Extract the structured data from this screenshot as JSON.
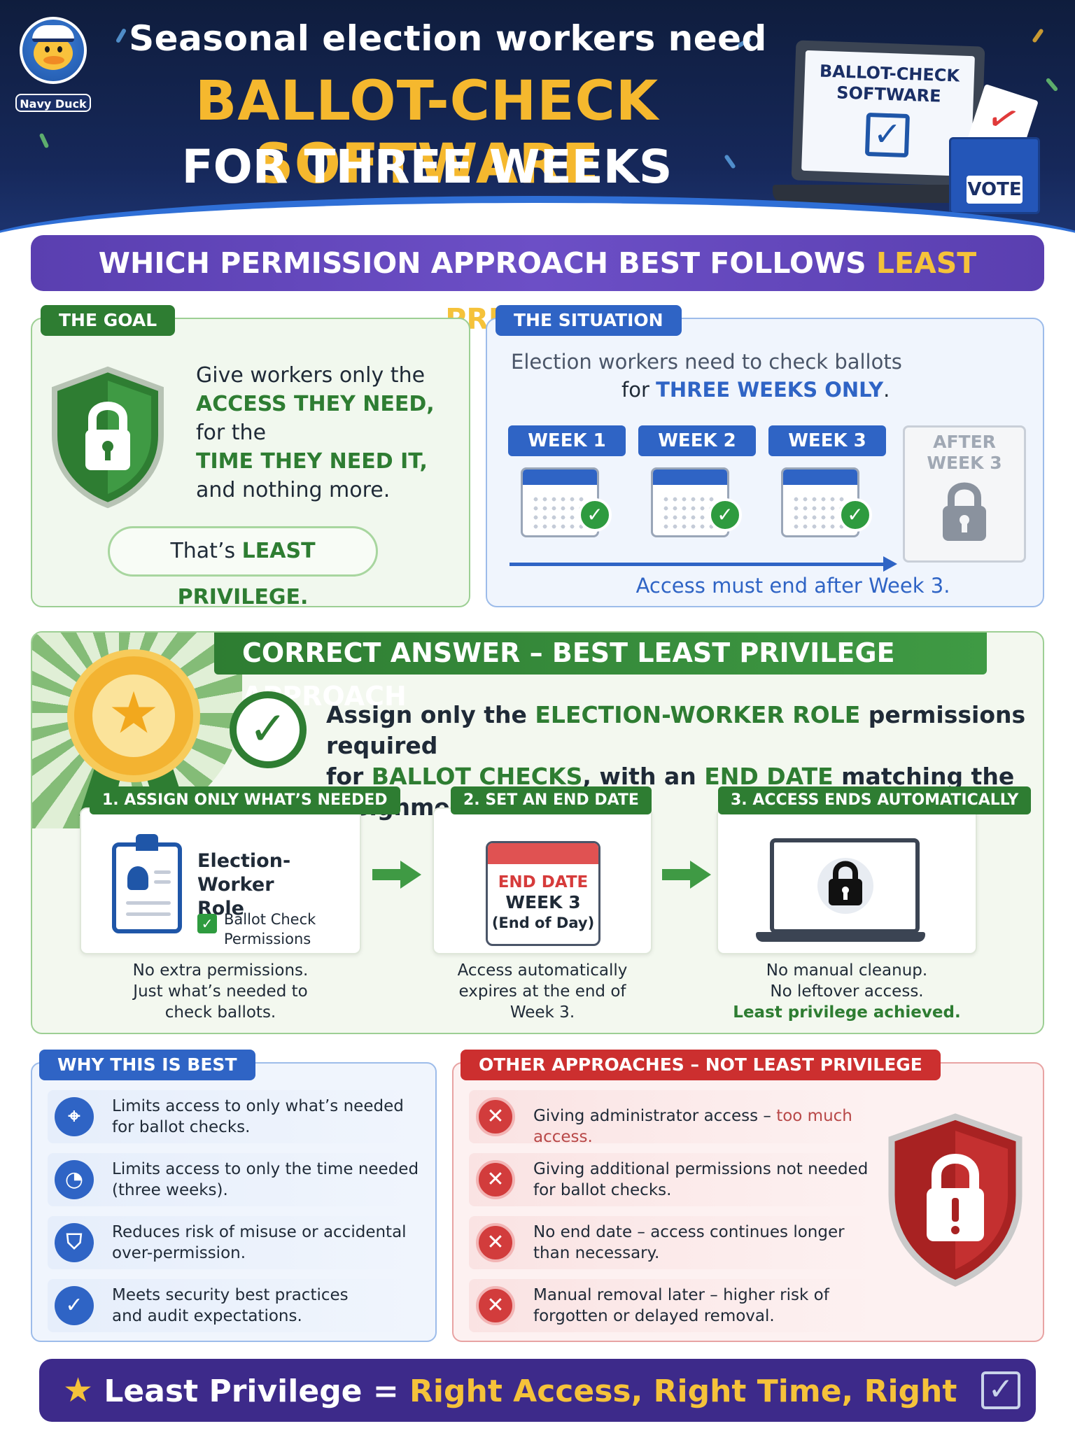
{
  "header": {
    "logo_label": "Navy Duck",
    "line1": "Seasonal election workers need",
    "line2": "BALLOT-CHECK SOFTWARE",
    "line3": "FOR THREE WEEKS ONLY.",
    "laptop_title_1": "BALLOT-CHECK",
    "laptop_title_2": "SOFTWARE",
    "ballot_box_label": "VOTE"
  },
  "question": {
    "prefix": "WHICH PERMISSION APPROACH BEST FOLLOWS ",
    "highlight": "LEAST PRIVILEGE?"
  },
  "goal": {
    "tab": "THE GOAL",
    "t1": "Give workers only the",
    "t2": "ACCESS THEY NEED,",
    "t3": "for the",
    "t4": "TIME THEY NEED IT,",
    "t5": "and nothing more.",
    "pill_prefix": "That’s ",
    "pill_highlight": "LEAST PRIVILEGE."
  },
  "situation": {
    "tab": "THE SITUATION",
    "line1": "Election workers need to check ballots",
    "line2_prefix": "for ",
    "line2_highlight": "THREE WEEKS ONLY",
    "line2_suffix": ".",
    "weeks": [
      {
        "label": "WEEK 1"
      },
      {
        "label": "WEEK 2"
      },
      {
        "label": "WEEK 3"
      }
    ],
    "after_1": "AFTER",
    "after_2": "WEEK 3",
    "note": "Access must end after Week 3."
  },
  "correct": {
    "banner": "CORRECT ANSWER – BEST LEAST PRIVILEGE APPROACH",
    "a1": "Assign only the ",
    "a2": "ELECTION-WORKER ROLE",
    "a3": " permissions required",
    "a4": "for ",
    "a5": "BALLOT CHECKS",
    "a6": ", with an ",
    "a7": "END DATE",
    "a8": " matching the assignment.",
    "steps": [
      {
        "tab": "1. ASSIGN ONLY WHAT’S NEEDED",
        "role_1": "Election-Worker",
        "role_2": "Role",
        "perm_1": "Ballot Check",
        "perm_2": "Permissions",
        "note_1": "No extra permissions.",
        "note_2": "Just what’s needed to",
        "note_3": "check ballots."
      },
      {
        "tab": "2. SET AN END DATE",
        "cal_1": "END DATE",
        "cal_2": "WEEK 3",
        "cal_3": "(End of Day)",
        "note_1": "Access automatically",
        "note_2": "expires at the end of",
        "note_3": "Week 3."
      },
      {
        "tab": "3. ACCESS ENDS AUTOMATICALLY",
        "note_1": "No manual cleanup.",
        "note_2": "No leftover access.",
        "note_3": "Least privilege achieved."
      }
    ]
  },
  "why": {
    "tab": "WHY THIS IS BEST",
    "items": [
      {
        "l1": "Limits access to only what’s needed",
        "l2": "for ballot checks."
      },
      {
        "l1": "Limits access to only the time needed",
        "l2": "(three weeks)."
      },
      {
        "l1": "Reduces risk of misuse or accidental",
        "l2": "over-permission."
      },
      {
        "l1": "Meets security best practices",
        "l2": "and audit expectations."
      }
    ]
  },
  "other": {
    "tab": "OTHER APPROACHES – NOT LEAST PRIVILEGE",
    "items": [
      {
        "l1": "Giving administrator access – ",
        "muted": "too much access.",
        "l2": ""
      },
      {
        "l1": "Giving additional permissions not needed",
        "muted": "",
        "l2": "for ballot checks."
      },
      {
        "l1": "No end date – access continues longer",
        "muted": "",
        "l2": "than necessary."
      },
      {
        "l1": "Manual removal later – higher risk of",
        "muted": "",
        "l2": "forgotten or delayed removal."
      }
    ]
  },
  "footer": {
    "prefix": "Least Privilege = ",
    "highlight": "Right Access, Right Time, Right Reasons."
  },
  "colors": {
    "navy": "#0f1d3d",
    "gold": "#f5b82e",
    "green": "#2e7d32",
    "blue": "#2f64c5",
    "red": "#cc2f2f",
    "purple": "#5a3fb0"
  },
  "icons": {
    "goal": "shield-lock-icon",
    "after_week": "padlock-icon",
    "medal": "star-medal-icon",
    "answer": "check-circle-icon",
    "step1": "clipboard-role-icon",
    "step2": "calendar-end-date-icon",
    "step3": "laptop-lock-icon",
    "why": [
      "target-icon",
      "clock-icon",
      "shield-icon",
      "check-icon"
    ],
    "other": [
      "x-circle-icon",
      "x-circle-icon",
      "x-circle-icon",
      "x-circle-icon"
    ],
    "other_shield": "shield-alert-lock-icon",
    "footer_star": "star-icon",
    "footer_check": "checkbox-icon"
  }
}
